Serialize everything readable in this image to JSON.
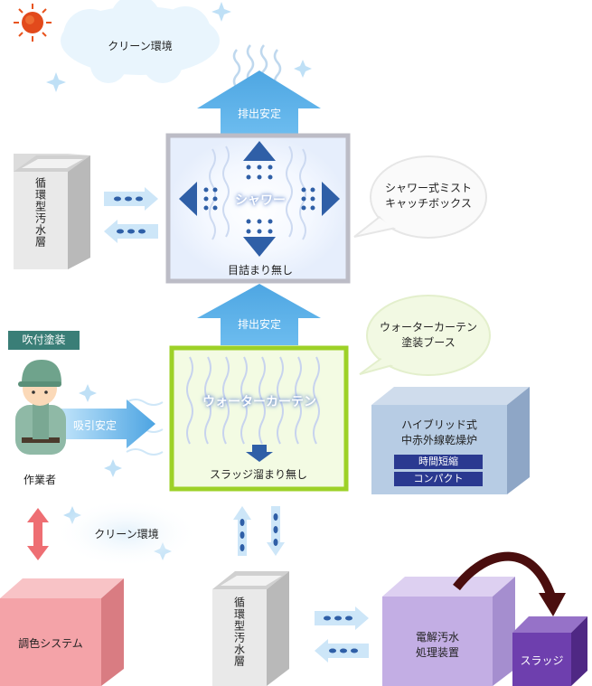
{
  "top_cloud": {
    "label": "クリーン環境"
  },
  "exhaust_top": {
    "label": "排出安定"
  },
  "exhaust_mid": {
    "label": "排出安定"
  },
  "shower": {
    "title": "シャワー",
    "note": "目詰まり無し"
  },
  "bubble_shower": {
    "text": "シャワー式ミスト\nキャッチボックス"
  },
  "bubble_curtain": {
    "text": "ウォーターカーテン\n塗装ブース"
  },
  "curtain": {
    "title": "ウォーターカーテン",
    "note": "スラッジ溜まり無し"
  },
  "tank_top": {
    "label": "循環型汚水層"
  },
  "tank_bottom": {
    "label": "循環型汚水層"
  },
  "spray_tag": {
    "label": "吹付塗装"
  },
  "worker": {
    "caption": "作業者",
    "intake": "吸引安定"
  },
  "dryer": {
    "title_line1": "ハイブリッド式",
    "title_line2": "中赤外線乾燥炉",
    "badge1": "時間短縮",
    "badge2": "コンパクト"
  },
  "bottom_cloud": {
    "label": "クリーン環境"
  },
  "color_box": {
    "label": "調色システム"
  },
  "electro_box": {
    "line1": "電解汚水",
    "line2": "処理装置"
  },
  "sludge_box": {
    "label": "スラッジ"
  },
  "colors": {
    "blue_arrow": "#5fb0e6",
    "dark_blue": "#2f5fa7",
    "green_border": "#9dd127",
    "pink_box": "#f4a3a8",
    "purple_box": "#bfa9e0",
    "dark_purple": "#6e3fae",
    "navy_badge": "#2a3990"
  }
}
